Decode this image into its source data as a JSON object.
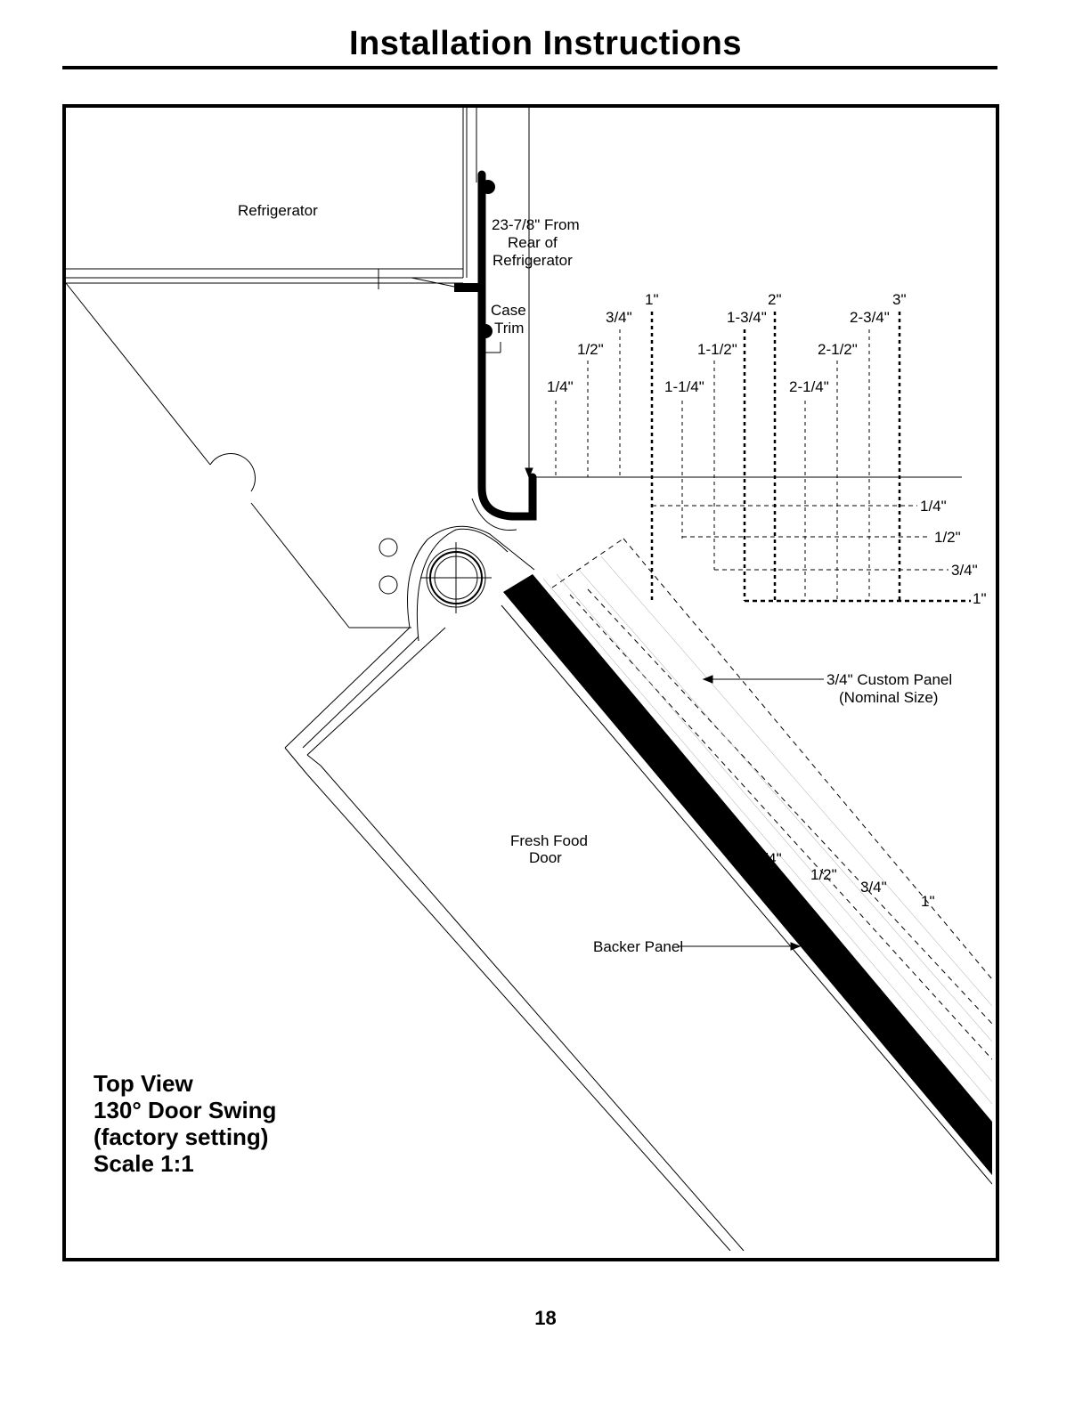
{
  "header": {
    "title": "Installation Instructions"
  },
  "labels": {
    "refrigerator": "Refrigerator",
    "from_rear_line1": "23-7/8\" From",
    "from_rear_line2": "Rear of",
    "from_rear_line3": "Refrigerator",
    "case_trim_line1": "Case",
    "case_trim_line2": "Trim",
    "fresh_food_line1": "Fresh Food",
    "fresh_food_line2": "Door",
    "backer_panel": "Backer Panel",
    "custom_panel_line1": "3/4\" Custom Panel",
    "custom_panel_line2": "(Nominal Size)"
  },
  "scale_marks": {
    "vertical": [
      "1/4\"",
      "1/2\"",
      "3/4\"",
      "1\"",
      "1-1/4\"",
      "1-1/2\"",
      "1-3/4\"",
      "2\"",
      "2-1/4\"",
      "2-1/2\"",
      "2-3/4\"",
      "3\""
    ],
    "horizontal": [
      "1/4\"",
      "1/2\"",
      "3/4\"",
      "1\""
    ],
    "panel": [
      "1/4\"",
      "1/2\"",
      "3/4\"",
      "1\""
    ]
  },
  "caption": {
    "line1": "Top View",
    "line2": "130° Door Swing",
    "line3": "(factory setting)",
    "line4": "Scale 1:1"
  },
  "footer": {
    "page_number": "18"
  }
}
